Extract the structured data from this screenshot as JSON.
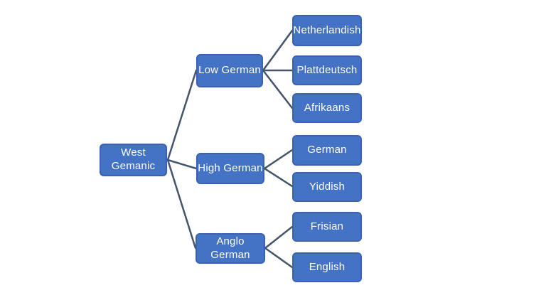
{
  "diagram": {
    "type": "tree",
    "orientation": "left-to-right",
    "root_label": "West Gemanic",
    "branches": [
      {
        "label": "Low German",
        "children": [
          "Netherlandish",
          "Plattdeutsch",
          "Afrikaans"
        ]
      },
      {
        "label": "High German",
        "children": [
          "German",
          "Yiddish"
        ]
      },
      {
        "label": "Anglo German",
        "children": [
          "Frisian",
          "English"
        ]
      }
    ],
    "colors": {
      "node_fill": "#4472C4",
      "node_border": "#3A62AE",
      "connector": "#44546A",
      "text": "#FFFFFF",
      "background": "#FFFFFF"
    }
  }
}
